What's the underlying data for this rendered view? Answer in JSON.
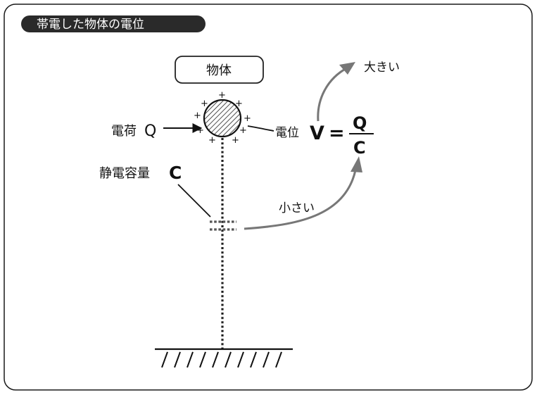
{
  "title": "帯電した物体の電位",
  "object_label": "物体",
  "charge_label": "電荷",
  "charge_symbol": "Q",
  "potential_label": "電位",
  "formula": {
    "lhs": "V",
    "eq": "=",
    "numerator": "Q",
    "denominator": "C"
  },
  "capacitance_label": "静電容量",
  "capacitance_symbol": "C",
  "large_label": "大きい",
  "small_label": "小さい",
  "plus_sign": "+",
  "colors": {
    "frame": "#1a1a1a",
    "title_bg": "#2a2a2a",
    "title_text": "#ffffff",
    "arrow": "#777777",
    "line": "#222222"
  }
}
